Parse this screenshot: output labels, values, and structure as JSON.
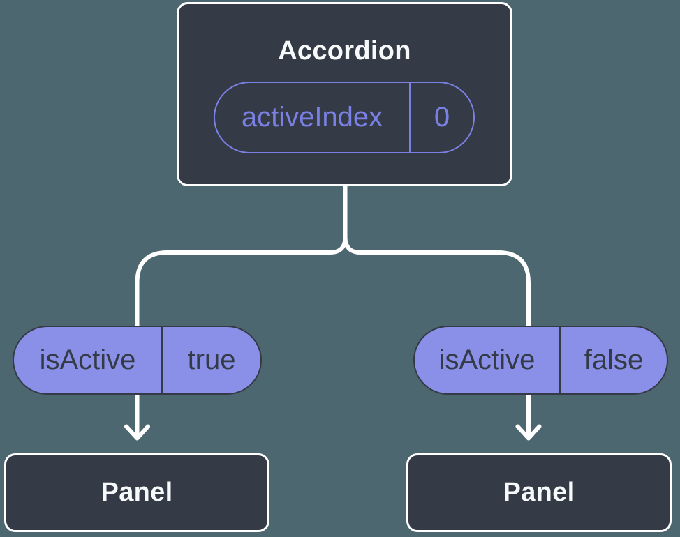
{
  "diagram": {
    "type": "component-tree",
    "colors": {
      "background": "#4D6770",
      "node_fill": "#343A46",
      "node_border": "#FFFFFF",
      "node_text": "#F7F9FB",
      "accent_purple": "#7B81E4",
      "prop_pill_fill": "#8A90E8",
      "prop_pill_text": "#343A46",
      "connector": "#FFFFFF"
    },
    "root": {
      "label": "Accordion",
      "state": {
        "name": "activeIndex",
        "value": "0"
      }
    },
    "branches": [
      {
        "prop": "isActive",
        "value": "true",
        "child_label": "Panel"
      },
      {
        "prop": "isActive",
        "value": "false",
        "child_label": "Panel"
      }
    ]
  }
}
